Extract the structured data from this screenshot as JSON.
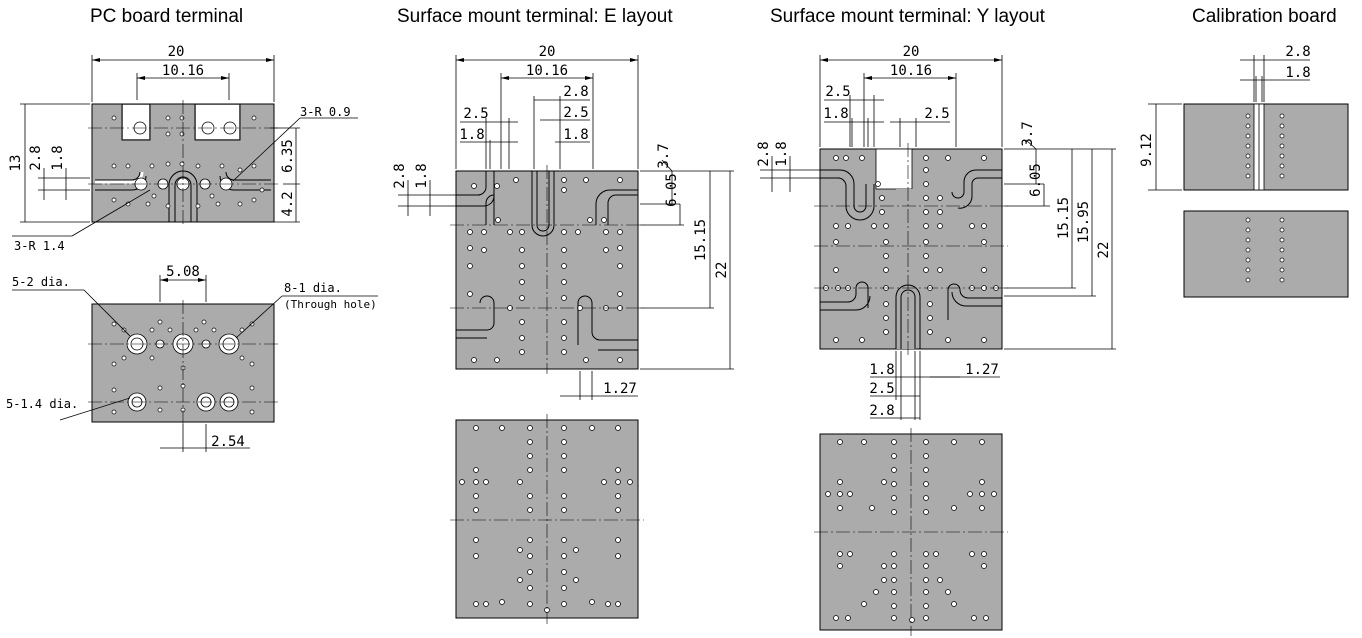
{
  "titles": {
    "pc": "PC board terminal",
    "e": "Surface mount terminal: E layout",
    "y": "Surface mount terminal: Y layout",
    "cal": "Calibration board"
  },
  "pc": {
    "w20": "20",
    "w1016": "10.16",
    "r09": "3-R 0.9",
    "h13": "13",
    "h28": "2.8",
    "h18": "1.8",
    "h635": "6.35",
    "h42": "4.2",
    "r14": "3-R 1.4",
    "d2": "5-2 dia.",
    "w508": "5.08",
    "d1": "8-1 dia.",
    "through": "(Through hole)",
    "d14": "5-1.4 dia.",
    "w254": "2.54"
  },
  "e": {
    "w20": "20",
    "w1016": "10.16",
    "w28": "2.8",
    "w25a": "2.5",
    "w25b": "2.5",
    "w18a": "1.8",
    "w18b": "1.8",
    "h28": "2.8",
    "h18": "1.8",
    "h37": "3.7",
    "h605": "6.05",
    "h1515": "15.15",
    "h22": "22",
    "w127": "1.27"
  },
  "y": {
    "w20": "20",
    "w1016": "10.16",
    "w25a": "2.5",
    "w18a": "1.8",
    "w25b": "2.5",
    "h28": "2.8",
    "h18": "1.8",
    "h37": "3.7",
    "h605": "6.05",
    "h1515": "15.15",
    "h1595": "15.95",
    "h22": "22",
    "b18": "1.8",
    "b25": "2.5",
    "b28": "2.8",
    "w127": "1.27"
  },
  "cal": {
    "w28": "2.8",
    "w18": "1.8",
    "h912": "9.12"
  }
}
